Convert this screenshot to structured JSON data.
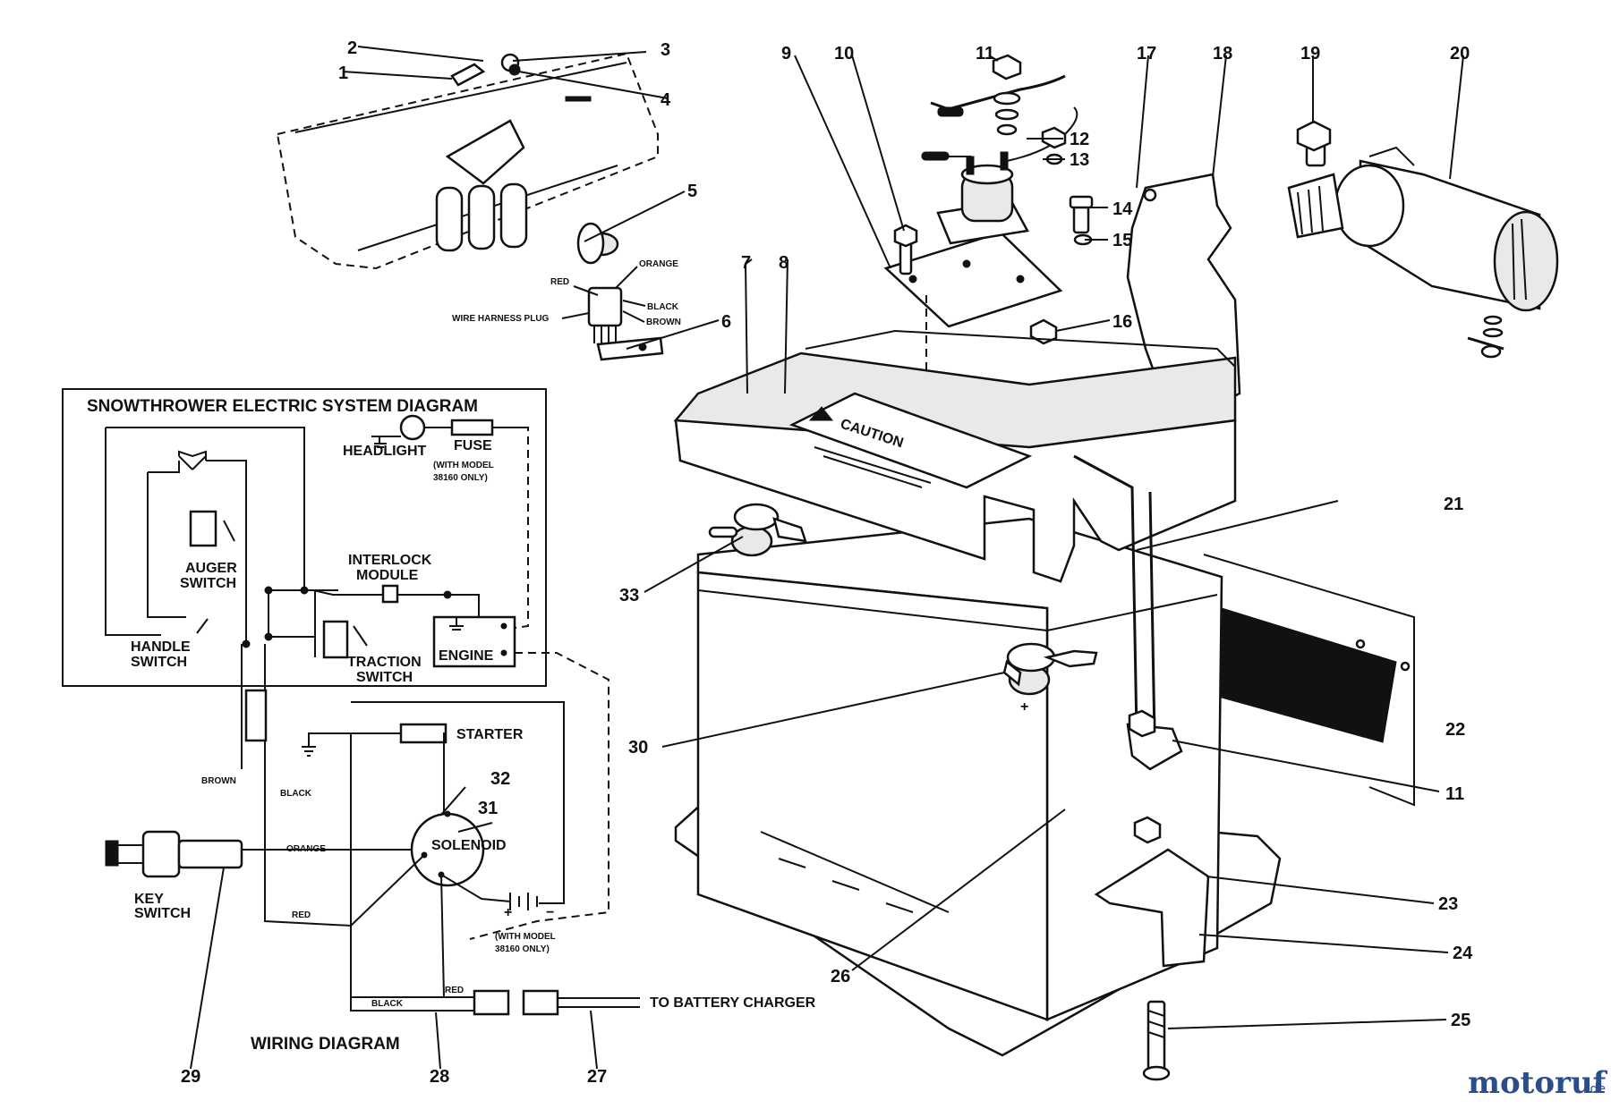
{
  "diagram": {
    "electric_system": {
      "title": "SNOWTHROWER ELECTRIC SYSTEM DIAGRAM",
      "headlight": "HEADLIGHT",
      "fuse": "FUSE",
      "fuse_note_1": "(WITH MODEL",
      "fuse_note_2": "38160 ONLY)",
      "interlock_1": "INTERLOCK",
      "interlock_2": "MODULE",
      "auger_1": "AUGER",
      "auger_2": "SWITCH",
      "handle_1": "HANDLE",
      "handle_2": "SWITCH",
      "traction_1": "TRACTION",
      "traction_2": "SWITCH",
      "engine": "ENGINE"
    },
    "wiring": {
      "title": "WIRING DIAGRAM",
      "starter": "STARTER",
      "solenoid": "SOLENOID",
      "key_1": "KEY",
      "key_2": "SWITCH",
      "brown": "BROWN",
      "black_top": "BLACK",
      "orange": "ORANGE",
      "red_wire": "RED",
      "black_bottom": "BLACK",
      "red_plug": "RED",
      "battery_note_1": "(WITH MODEL",
      "battery_note_2": "38160 ONLY)",
      "charger": "TO BATTERY CHARGER",
      "plus": "+",
      "minus": "−"
    },
    "harness": {
      "red": "RED",
      "orange": "ORANGE",
      "black": "BLACK",
      "brown": "BROWN",
      "plug": "WIRE HARNESS PLUG"
    },
    "decal": {
      "caution": "CAUTION"
    },
    "battery": {
      "plus": "+"
    },
    "callouts": [
      "1",
      "2",
      "3",
      "4",
      "5",
      "6",
      "7",
      "8",
      "9",
      "10",
      "11",
      "12",
      "13",
      "14",
      "15",
      "16",
      "17",
      "18",
      "19",
      "20",
      "21",
      "22",
      "11",
      "23",
      "24",
      "25",
      "26",
      "27",
      "28",
      "29",
      "30",
      "31",
      "32",
      "33"
    ],
    "watermark": {
      "brand": "motoruf",
      "domain": ".de"
    }
  },
  "colors": {
    "ink": "#111111",
    "watermark_blue": "#2b4d8c",
    "watermark_orange": "#e07a1a"
  }
}
